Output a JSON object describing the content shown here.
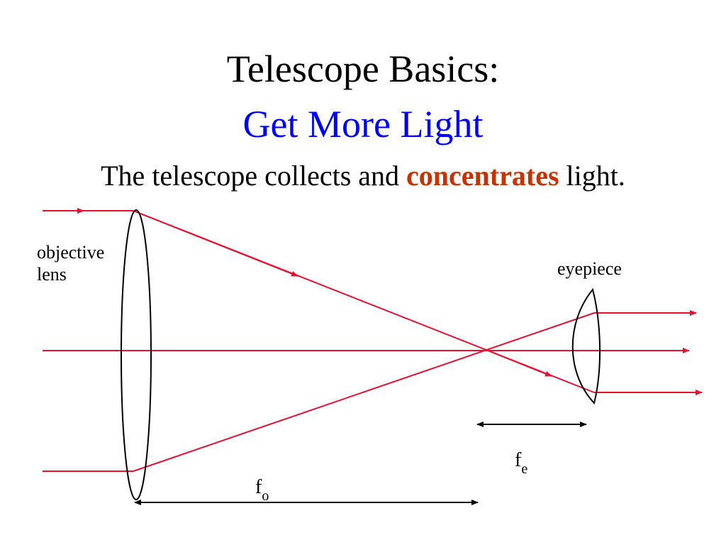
{
  "title": {
    "line1": "Telescope Basics:",
    "line2": "Get More Light"
  },
  "subtitle": {
    "before": "The telescope collects and ",
    "emphasis": "concentrates",
    "after": " light."
  },
  "labels": {
    "objective_line1": "objective",
    "objective_line2": "lens",
    "eyepiece": "eyepiece",
    "fe_main": "f",
    "fe_sub": "e",
    "fo_main": "f",
    "fo_sub": "o"
  },
  "colors": {
    "ray": "#e8102e",
    "title_blue": "#0000ff",
    "emphasis": "#c83200",
    "ink": "#000000"
  }
}
